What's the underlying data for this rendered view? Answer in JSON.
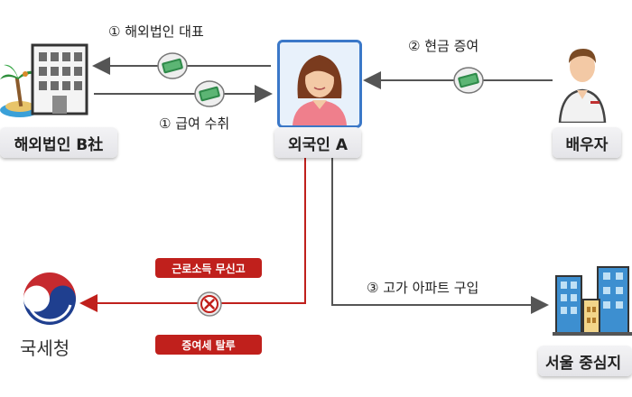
{
  "nodes": {
    "company_b": "해외법인 B社",
    "foreigner_a": "외국인 A",
    "spouse": "배우자",
    "apartment": "서울 중심지",
    "nts": "국세청"
  },
  "flows": {
    "overseas_rep": "① 해외법인 대표",
    "salary": "① 급여 수취",
    "cash_gift": "② 현금 증여",
    "apartment_purchase": "③ 고가 아파트 구입"
  },
  "violations": {
    "unreported_income": "근로소득 무신고",
    "gift_tax_evasion": "증여세 탈루"
  },
  "colors": {
    "arrow_gray": "#555555",
    "violation_red": "#c0201c",
    "frame_blue": "#3b78c8",
    "money_green": "#2f8a4a"
  }
}
